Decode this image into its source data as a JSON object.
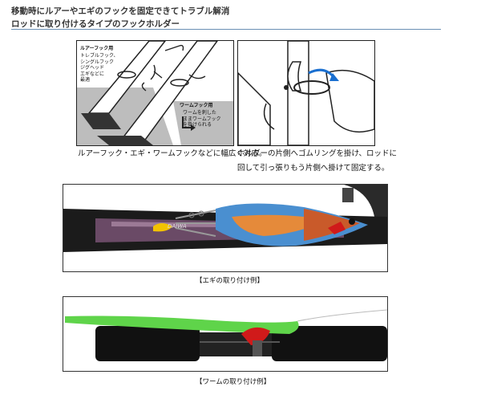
{
  "heading": {
    "line1": "移動時にルアーやエギのフックを固定できてトラブル解消",
    "line2": "ロッドに取り付けるタイプのフックホルダー"
  },
  "diagram_left": {
    "lure_note_title": "ルアーフック用",
    "lure_note_body": "トレブルフック、\nシングルフック\nジグヘッド\nエギなどに\n最適",
    "worm_note_title": "ワームフック用",
    "worm_note_body": "ワームを刺した\nままワームフック\nを掛けられる",
    "caption": "ルアーフック・エギ・ワームフックなどに幅広く対応。"
  },
  "diagram_right": {
    "caption_line1": "ホルダーの片側へゴムリングを掛け、ロッドに",
    "caption_line2": "回して引っ張りもう片側へ掛けて固定する。"
  },
  "photo_egi": {
    "rod_text": "DAIWA",
    "caption": "【エギの取り付け例】"
  },
  "photo_worm": {
    "caption": "【ワームの取り付け例】"
  },
  "colors": {
    "rule": "#6a8fb4",
    "egi_blue": "#4a8fd0",
    "egi_orange": "#e58a3a",
    "worm_green": "#5fd44a",
    "holder_red": "#d01a1a",
    "clip_yellow": "#f2c200"
  }
}
